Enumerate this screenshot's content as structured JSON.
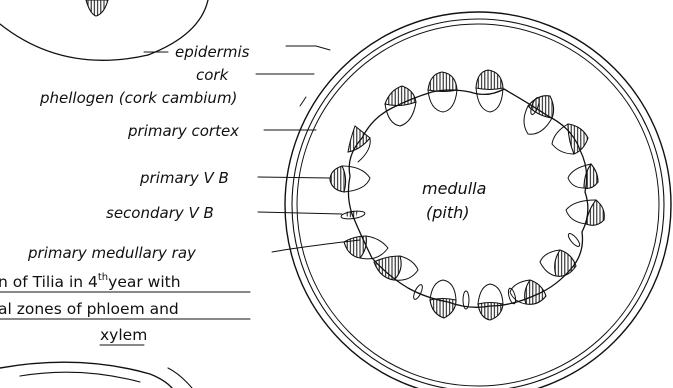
{
  "labels": {
    "epidermis": "epidermis",
    "cork": "cork",
    "phellogen": "phellogen (cork cambium)",
    "primary_cortex": "primary cortex",
    "primary_vb": "primary V B",
    "secondary_vb": "secondary V B",
    "primary_medullary_ray": "primary medullary ray",
    "medulla": "medulla",
    "pith": "(pith)"
  },
  "caption": {
    "line1_a": "n of Tilia in 4",
    "line1_sup": "th",
    "line1_b": "year with",
    "line2": "al zones of phloem and",
    "line3": "xylem"
  }
}
